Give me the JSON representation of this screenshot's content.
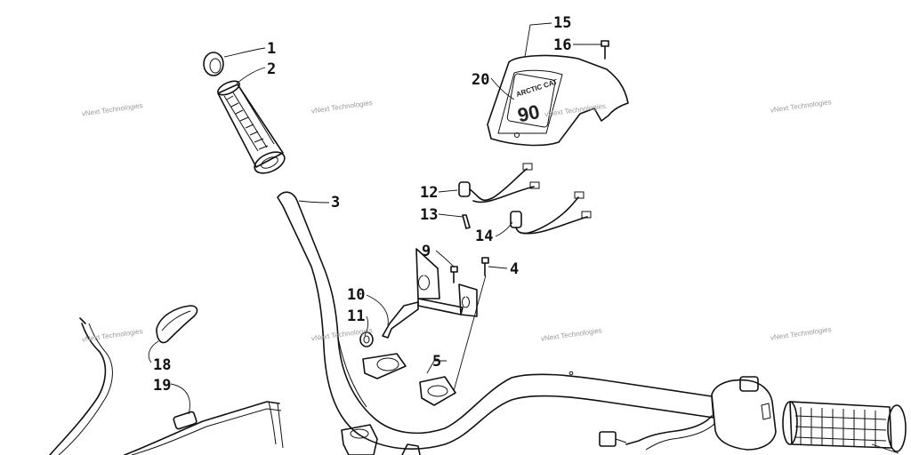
{
  "callouts": {
    "c1": "1",
    "c2": "2",
    "c3": "3",
    "c4": "4",
    "c5": "5",
    "c9": "9",
    "c10": "10",
    "c11": "11",
    "c12": "12",
    "c13": "13",
    "c14": "14",
    "c15": "15",
    "c16": "16",
    "c18": "18",
    "c19": "19",
    "c20": "20"
  },
  "watermarks": {
    "w1": "vNext Technologies",
    "w2": "vNext Technologies",
    "w3": "vNext Technologies",
    "w4": "vNext Technologies",
    "w5": "vNext Technologies",
    "w6": "vNext Technologies",
    "w7": "vNext Technologies",
    "w8": "vNext Technologies"
  },
  "cover_badge": {
    "brand": "ARCTIC CAT",
    "model": "90"
  }
}
